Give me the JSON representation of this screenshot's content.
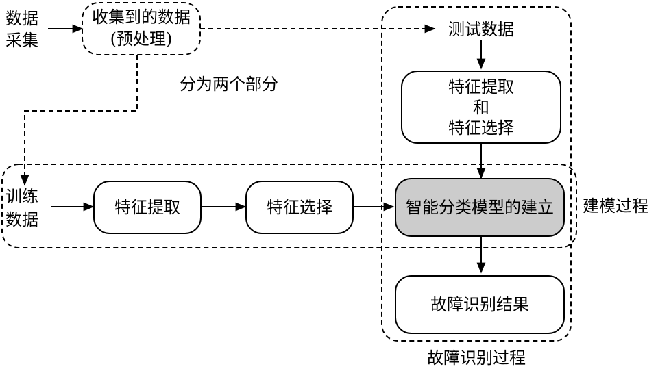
{
  "labels": {
    "data_collect_1": "数据",
    "data_collect_2": "采集",
    "collected_1": "收集到的数据",
    "collected_2": "(预处理)",
    "split": "分为两个部分",
    "test_data": "测试数据",
    "feat_box_1": "特征提取",
    "feat_box_2": "和",
    "feat_box_3": "特征选择",
    "train_1": "训练",
    "train_2": "数据",
    "feat_extract": "特征提取",
    "feat_select": "特征选择",
    "model_build": "智能分类模型的建立",
    "modeling_process": "建模过程",
    "fault_result": "故障识别结果",
    "fault_process": "故障识别过程"
  },
  "colors": {
    "model_fill": "#cccccc",
    "stroke": "#000000"
  }
}
